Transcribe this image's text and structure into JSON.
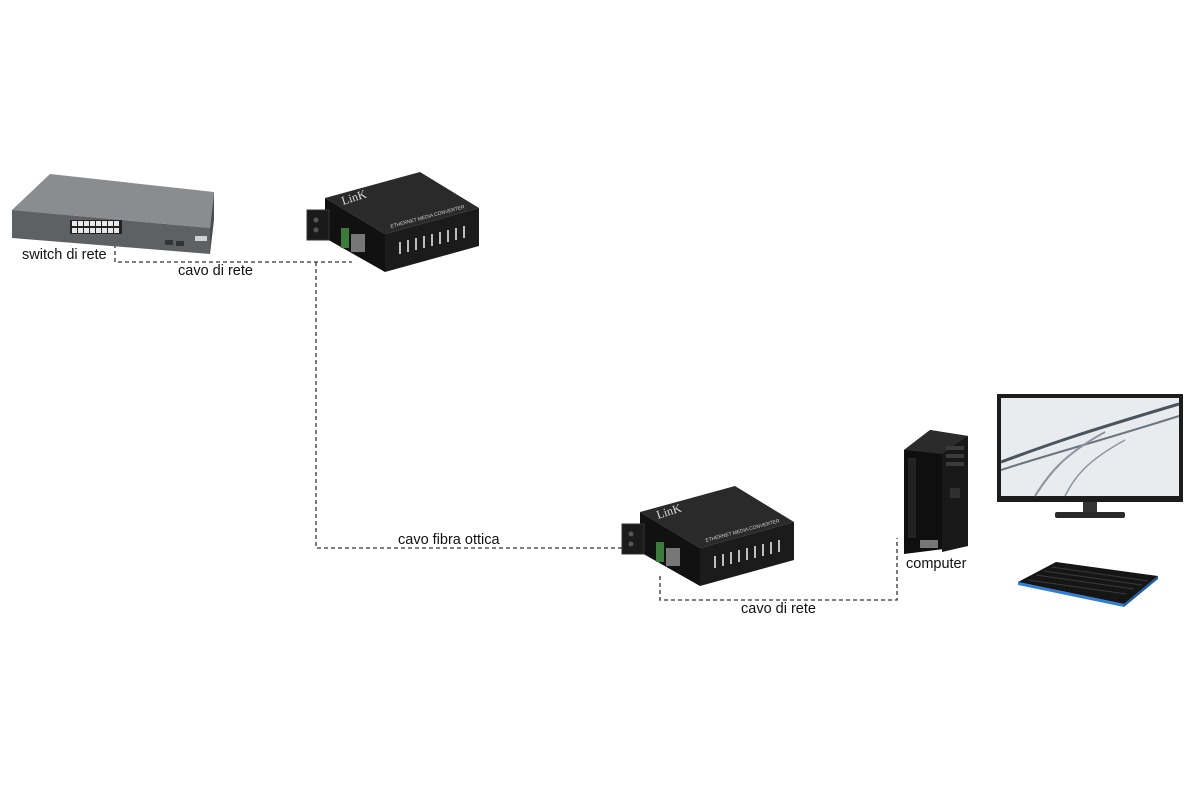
{
  "labels": {
    "switch": "switch di rete",
    "cable_top": "cavo di rete",
    "fiber": "cavo fibra ottica",
    "computer": "computer",
    "cable_bottom": "cavo di rete"
  },
  "converter": {
    "logo": "LinK",
    "brand_sub": "ETHERNET MEDIA CONVERTER"
  },
  "colors": {
    "link_line": "#333333",
    "switch_body": "#6b6e71",
    "converter_body": "#1a1a1a",
    "tower_body": "#141414",
    "monitor_frame": "#1c1c1c",
    "keyboard_accent": "#2f7fd6"
  }
}
